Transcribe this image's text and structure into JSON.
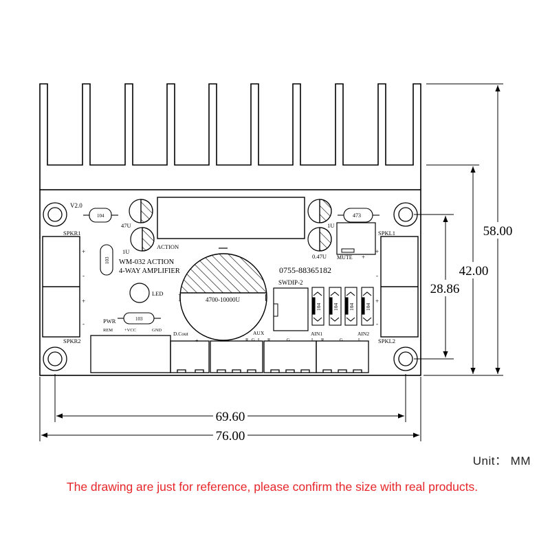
{
  "board": {
    "model": "WM-032 ACTION",
    "type": "4-WAY AMPLIFIER",
    "phone": "0755-88365182",
    "v2": "V2.0",
    "cap_104": "104",
    "cap_103a": "103",
    "cap_103b": "103",
    "cap_473": "473",
    "cap_47u": "47U",
    "cap_1u_left": "1U",
    "cap_1u_right": "1U",
    "cap_047u": "0.47U",
    "big_cap": "4700-10000U",
    "action": "ACTION",
    "mute": "MUTE",
    "led": "LED",
    "swdip": "SWDIP-2",
    "dip_caps": [
      "104",
      "104",
      "104",
      "104"
    ],
    "spkr1": "SPKR1",
    "spkr2": "SPKR2",
    "spkl1": "SPKL1",
    "spkl2": "SPKL2",
    "pwr": "PWR",
    "rem": "REM",
    "vcc": "+VCC",
    "gnd": "GND",
    "dcout": "D.Cout",
    "aux": "AUX",
    "ain1": "AIN1",
    "ain2": "AIN2",
    "pin_r": "R",
    "pin_g": "G",
    "pin_l": "L",
    "plus": "+",
    "minus": "-"
  },
  "dimensions": {
    "height_total": "58.00",
    "height_board": "42.00",
    "hole_spacing_v": "28.86",
    "hole_spacing_h": "69.60",
    "width_total": "76.00"
  },
  "unit_label": "Unit： MM",
  "note": "The drawing are just for reference, please confirm the size with real products."
}
